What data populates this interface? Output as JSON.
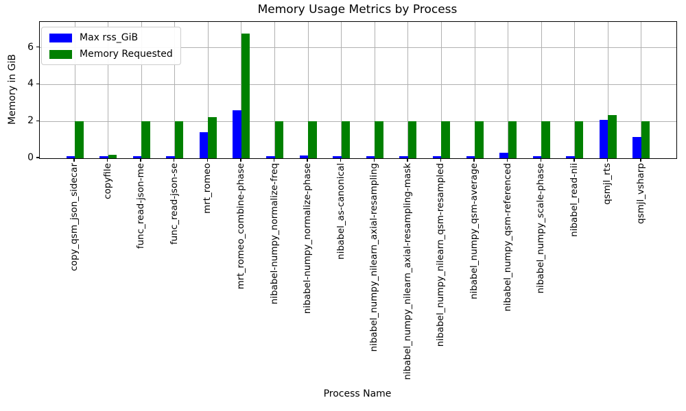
{
  "title": "Memory Usage Metrics by Process",
  "chart_data": {
    "type": "bar",
    "title": "Memory Usage Metrics by Process",
    "xlabel": "Process Name",
    "ylabel": "Memory in GiB",
    "categories": [
      "copy_qsm_json_sidecar",
      "copyfile",
      "func_read-json-me",
      "func_read-json-se",
      "mrt_romeo",
      "mrt_romeo_combine-phase",
      "nibabel-numpy_normalize-freq",
      "nibabel-numpy_normalize-phase",
      "nibabel_as-canonical",
      "nibabel_numpy_nilearn_axial-resampling",
      "nibabel_numpy_nilearn_axial-resampling-mask",
      "nibabel_numpy_nilearn_qsm-resampled",
      "nibabel_numpy_qsm-average",
      "nibabel_numpy_qsm-referenced",
      "nibabel_numpy_scale-phase",
      "nibabel_read-nii",
      "qsmjl_rts",
      "qsmjl_vsharp"
    ],
    "series": [
      {
        "name": "Max rss_GiB",
        "color": "#0000ff",
        "values": [
          0.1,
          0.1,
          0.1,
          0.1,
          1.4,
          2.6,
          0.1,
          0.16,
          0.1,
          0.1,
          0.1,
          0.1,
          0.1,
          0.3,
          0.1,
          0.1,
          2.1,
          1.15
        ]
      },
      {
        "name": "Memory Requested",
        "color": "#008000",
        "values": [
          2.0,
          0.2,
          2.0,
          2.0,
          2.25,
          6.75,
          2.0,
          2.0,
          2.0,
          2.0,
          2.0,
          2.0,
          2.0,
          2.0,
          2.0,
          2.0,
          2.35,
          2.0
        ]
      }
    ],
    "yticks": [
      0,
      2,
      4,
      6
    ],
    "ylim": [
      0,
      7.4
    ],
    "grid": true,
    "grid_color": "#b0b0b0",
    "legend_position": "upper left"
  }
}
